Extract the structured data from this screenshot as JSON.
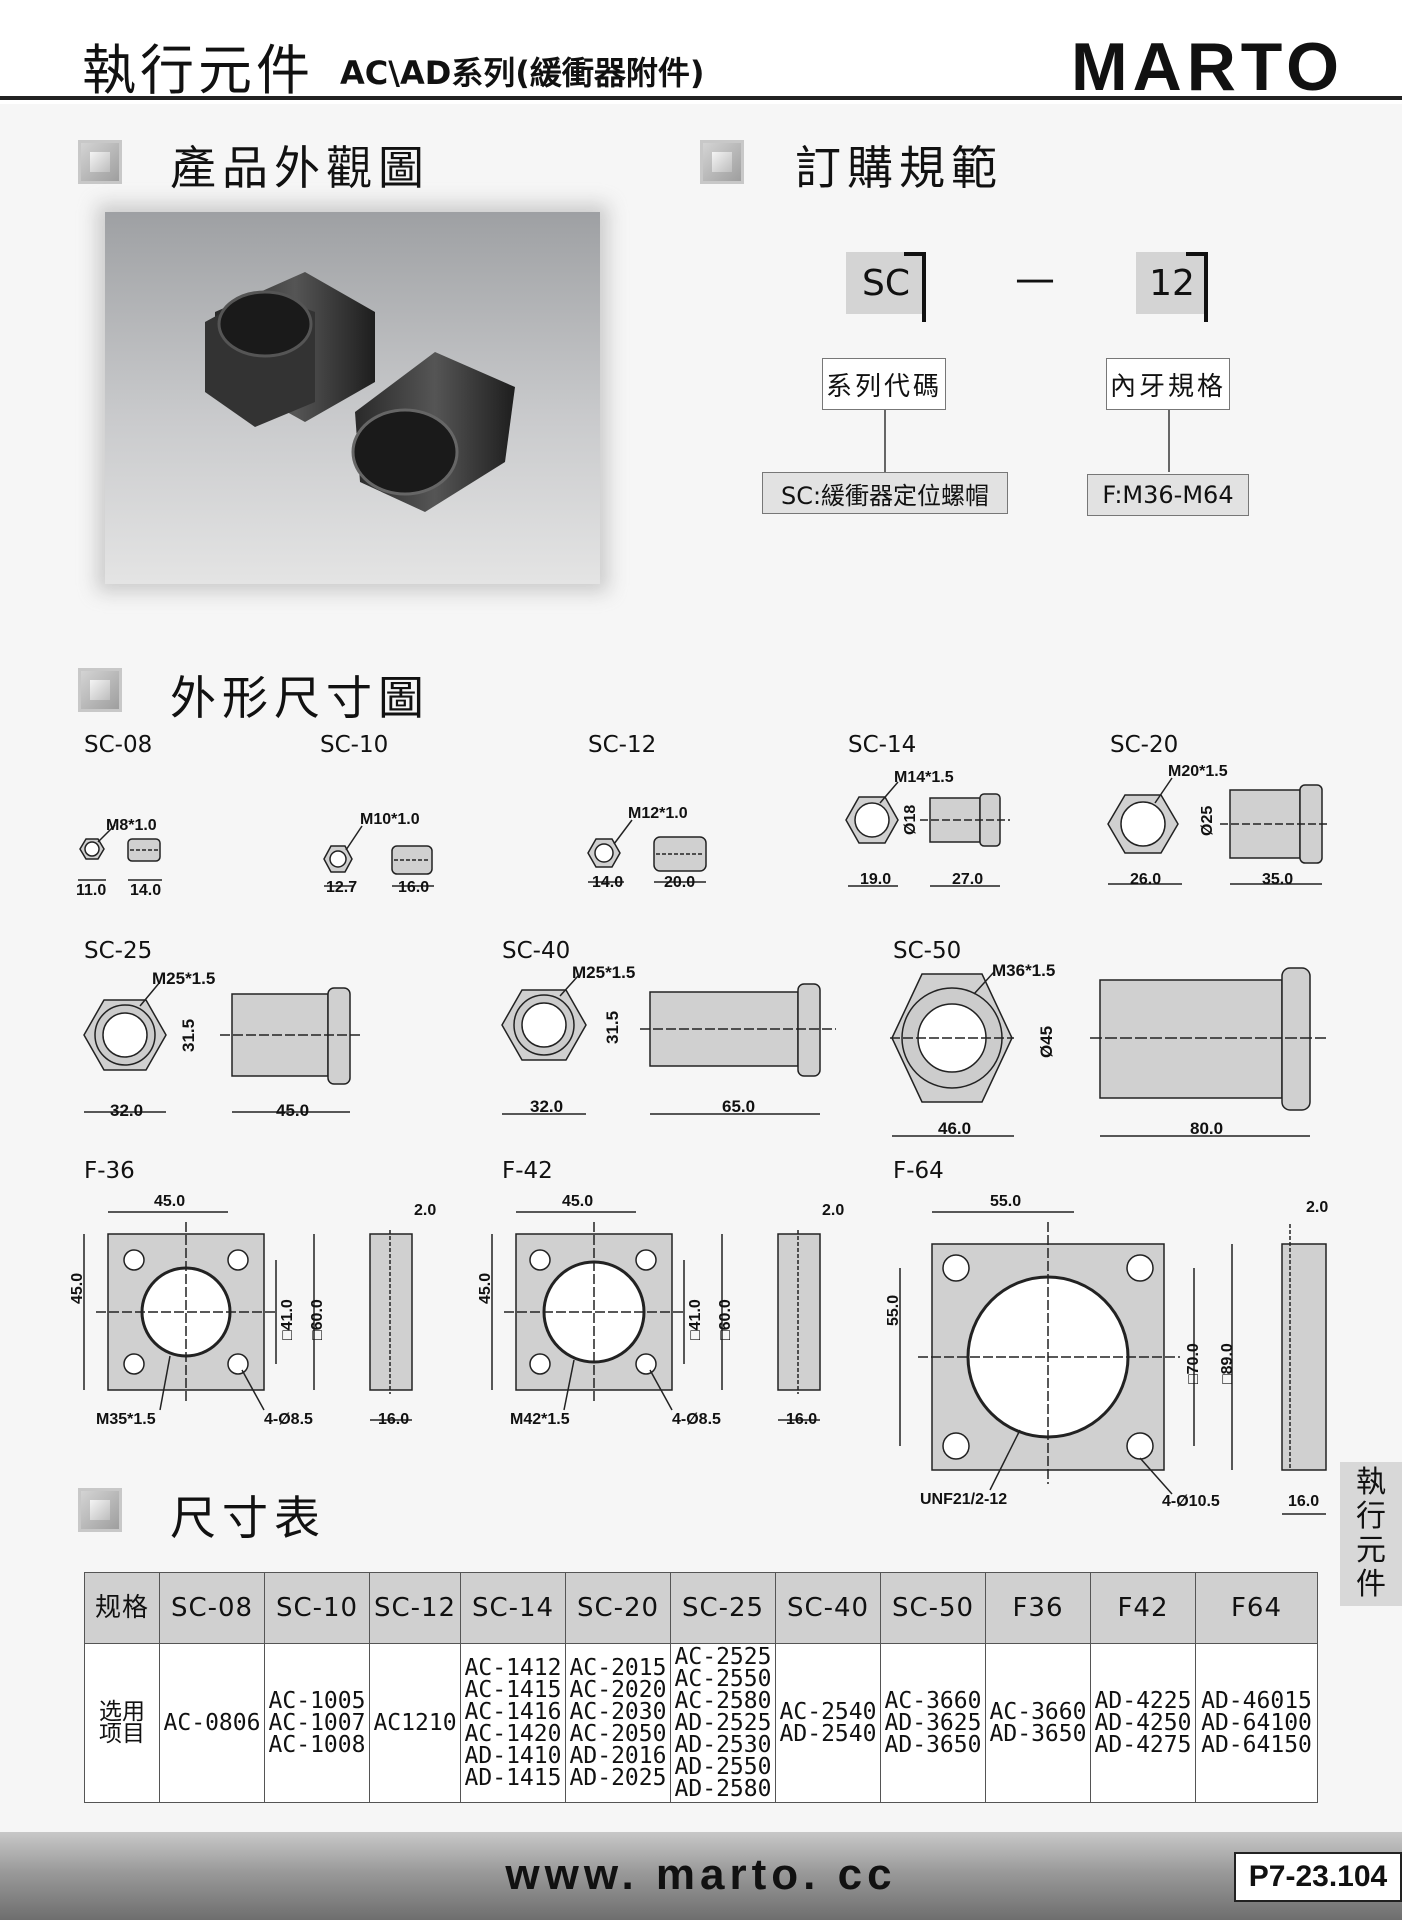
{
  "header": {
    "title_main": "執行元件",
    "title_sub": "AC\\AD系列(緩衝器附件)",
    "brand": "MARTO"
  },
  "sections": {
    "appearance": "產品外觀圖",
    "ordering": "訂購規範",
    "dimensions": "外形尺寸圖",
    "table": "尺寸表"
  },
  "ordering": {
    "code1": "SC",
    "dash": "—",
    "code2": "12",
    "label1": "系列代碼",
    "label2": "內牙規格",
    "value1": "SC:緩衝器定位螺帽",
    "value2": "F:M36-M64"
  },
  "drawings": {
    "sc08": {
      "name": "SC-08",
      "thread": "M8*1.0",
      "d1": "11.0",
      "d2": "14.0"
    },
    "sc10": {
      "name": "SC-10",
      "thread": "M10*1.0",
      "d1": "12.7",
      "d2": "16.0"
    },
    "sc12": {
      "name": "SC-12",
      "thread": "M12*1.0",
      "d1": "14.0",
      "d2": "20.0"
    },
    "sc14": {
      "name": "SC-14",
      "thread": "M14*1.5",
      "dia": "Ø18",
      "d1": "19.0",
      "d2": "27.0"
    },
    "sc20": {
      "name": "SC-20",
      "thread": "M20*1.5",
      "dia": "Ø25",
      "d1": "26.0",
      "d2": "35.0"
    },
    "sc25": {
      "name": "SC-25",
      "thread": "M25*1.5",
      "h": "31.5",
      "d1": "32.0",
      "d2": "45.0"
    },
    "sc40": {
      "name": "SC-40",
      "thread": "M25*1.5",
      "h": "31.5",
      "d1": "32.0",
      "d2": "65.0"
    },
    "sc50": {
      "name": "SC-50",
      "thread": "M36*1.5",
      "dia": "Ø45",
      "d1": "46.0",
      "d2": "80.0"
    },
    "f36": {
      "name": "F-36",
      "w": "45.0",
      "h": "45.0",
      "sq1": "□41.0",
      "sq2": "□60.0",
      "t": "2.0",
      "th": "16.0",
      "thread": "M35*1.5",
      "holes": "4-Ø8.5"
    },
    "f42": {
      "name": "F-42",
      "w": "45.0",
      "h": "45.0",
      "sq1": "□41.0",
      "sq2": "□60.0",
      "t": "2.0",
      "th": "16.0",
      "thread": "M42*1.5",
      "holes": "4-Ø8.5"
    },
    "f64": {
      "name": "F-64",
      "w": "55.0",
      "h": "55.0",
      "sq1": "□70.0",
      "sq2": "□89.0",
      "t": "2.0",
      "th": "16.0",
      "thread": "UNF21/2-12",
      "holes": "4-Ø10.5"
    }
  },
  "table": {
    "header": [
      "规格",
      "SC-08",
      "SC-10",
      "SC-12",
      "SC-14",
      "SC-20",
      "SC-25",
      "SC-40",
      "SC-50",
      "F36",
      "F42",
      "F64"
    ],
    "row_label": [
      "选用",
      "项目"
    ],
    "cells": [
      [
        "AC-0806"
      ],
      [
        "AC-1005",
        "AC-1007",
        "AC-1008"
      ],
      [
        "AC1210"
      ],
      [
        "AC-1412",
        "AC-1415",
        "AC-1416",
        "AC-1420",
        "AD-1410",
        "AD-1415"
      ],
      [
        "AC-2015",
        "AC-2020",
        "AC-2030",
        "AC-2050",
        "AD-2016",
        "AD-2025"
      ],
      [
        "AC-2525",
        "AC-2550",
        "AC-2580",
        "AD-2525",
        "AD-2530",
        "AD-2550",
        "AD-2580"
      ],
      [
        "AC-2540",
        "AD-2540"
      ],
      [
        "AC-3660",
        "AD-3625",
        "AD-3650"
      ],
      [
        "AC-3660",
        "AD-3650"
      ],
      [
        "AD-4225",
        "AD-4250",
        "AD-4275"
      ],
      [
        "AD-46015",
        "AD-64100",
        "AD-64150"
      ]
    ]
  },
  "side_tab": [
    "執",
    "行",
    "元",
    "件"
  ],
  "footer": {
    "website": "www. marto. cc",
    "page": "P7-23.104"
  }
}
